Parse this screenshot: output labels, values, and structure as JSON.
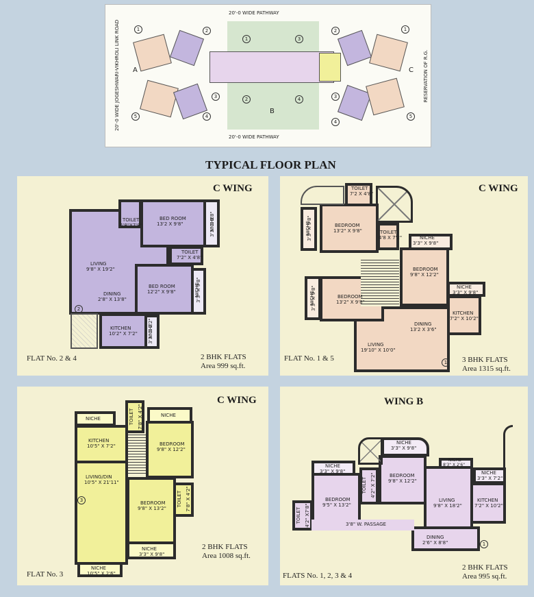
{
  "site_plan": {
    "top_pathway": "20'-0 WIDE PATHWAY",
    "bottom_pathway": "20'-0 WIDE PATHWAY",
    "left_road": "20'-0 WIDE JOGESHWARI-VIKHROLI LINK ROAD",
    "right_label": "RESERVATION OF R.G.",
    "wings": [
      "A",
      "B",
      "C"
    ],
    "flat_numbers": [
      "1",
      "2",
      "3",
      "4",
      "5"
    ]
  },
  "title": "TYPICAL FLOOR PLAN",
  "plans": [
    {
      "wing": "C WING",
      "flat": "FLAT No. 2 & 4",
      "type": "2 BHK FLATS",
      "area": "Area 999 sq.ft.",
      "door_mark": "2",
      "rooms": [
        {
          "name": "TOILET",
          "size": "4'8\"X7'8\""
        },
        {
          "name": "BED ROOM",
          "size": "13'2 X 9'8\""
        },
        {
          "name": "NICHE",
          "size": "3'3\" X 9'8\""
        },
        {
          "name": "TOILET",
          "size": "7'2\" X 4'8\""
        },
        {
          "name": "LIVING",
          "size": "9'8\" X 19'2\""
        },
        {
          "name": "DINING",
          "size": "2'8\" X 13'8\""
        },
        {
          "name": "BED ROOM",
          "size": "12'2\" X 9'8\""
        },
        {
          "name": "NICHE",
          "size": "3'3\" X 9'8\""
        },
        {
          "name": "KITCHEN",
          "size": "10'2\" X 7'2\""
        },
        {
          "name": "NICHE",
          "size": "3'3\" X 7'2\""
        }
      ]
    },
    {
      "wing": "C WING",
      "flat": "FLAT No. 1 & 5",
      "type": "3 BHK FLATS",
      "area": "Area 1315 sq.ft.",
      "door_mark": "1",
      "rooms": [
        {
          "name": "TOILET",
          "size": "7'2 X 4'8\""
        },
        {
          "name": "BEDROOM",
          "size": "13'2\" X 9'8\""
        },
        {
          "name": "NICHE",
          "size": "3'3\" X 9'8\""
        },
        {
          "name": "TOILET",
          "size": "4'8 X 7'2\""
        },
        {
          "name": "NICHE",
          "size": "3'3\" X 9'8\""
        },
        {
          "name": "BEDROOM",
          "size": "9'8\" X 12'2\""
        },
        {
          "name": "NICHE",
          "size": "3'3\" X 9'8\""
        },
        {
          "name": "BEDROOM",
          "size": "13'2\" X 9'8\""
        },
        {
          "name": "NICHE",
          "size": "3'3\" X 9'8\""
        },
        {
          "name": "KITCHEN",
          "size": "7'2\" X 10'2\""
        },
        {
          "name": "DINING",
          "size": "13'2 X 3'6\""
        },
        {
          "name": "LIVING",
          "size": "19'10\" X 10'0\""
        }
      ]
    },
    {
      "wing": "C WING",
      "flat": "FLAT No. 3",
      "type": "2 BHK FLATS",
      "area": "Area 1008 sq.ft.",
      "door_mark": "3",
      "rooms": [
        {
          "name": "NICHE",
          "size": ""
        },
        {
          "name": "TOILET",
          "size": "7'8\" X 4'2\""
        },
        {
          "name": "NICHE",
          "size": ""
        },
        {
          "name": "KITCHEN",
          "size": "10'5\" X 7'2\""
        },
        {
          "name": "BEDROOM",
          "size": "9'8\" X 12'2\""
        },
        {
          "name": "LIVING/DIN",
          "size": "10'5\" X 21'11\""
        },
        {
          "name": "BEDROOM",
          "size": "9'8\" X 13'2\""
        },
        {
          "name": "TOILET",
          "size": "7'8\" X 4'2\""
        },
        {
          "name": "NICHE",
          "size": "3'3\" X 9'8\""
        },
        {
          "name": "NICHE",
          "size": "10'5\" X 2'6\""
        }
      ]
    },
    {
      "wing": "WING B",
      "flat": "FLATS No. 1, 2, 3 & 4",
      "type": "2 BHK FLATS",
      "area": "Area 995 sq.ft.",
      "door_mark": "1",
      "rooms": [
        {
          "name": "NICHE",
          "size": "3'3\" X 9'8\""
        },
        {
          "name": "NICHE",
          "size": "3'3\" X 9'8\""
        },
        {
          "name": "NICHE",
          "size": "8'3\" X 2'6\""
        },
        {
          "name": "NICHE",
          "size": "3'3\" X 7'2\""
        },
        {
          "name": "BEDROOM",
          "size": "9'5\" X 13'2\""
        },
        {
          "name": "TOILET",
          "size": "4'2\" X 7'2\""
        },
        {
          "name": "BEDROOM",
          "size": "9'8\" X 12'2\""
        },
        {
          "name": "LIVING",
          "size": "9'8\" X 18'2\""
        },
        {
          "name": "KITCHEN",
          "size": "7'2\" X 10'2\""
        },
        {
          "name": "TOILET",
          "size": "4'2\" X7'8\""
        },
        {
          "name": "PASSAGE",
          "size": "3'8\" W. PASSAGE"
        },
        {
          "name": "DINING",
          "size": "2'6\" X 8'8\""
        }
      ]
    }
  ],
  "colors": {
    "background": "#c4d3e0",
    "panel": "#f4f1d3",
    "wall": "#2c2c2c",
    "lavender": "#c3b6de",
    "peach": "#f2d8c3",
    "yellow": "#f1f09a",
    "pink": "#e7d5ec",
    "green": "#d6e6cf"
  }
}
